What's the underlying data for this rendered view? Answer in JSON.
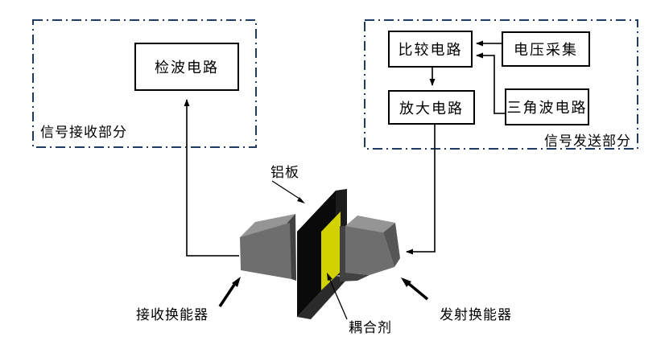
{
  "sections": {
    "receiver": {
      "label": "信号接收部分",
      "boxes": {
        "detector": "检波电路"
      }
    },
    "transmitter": {
      "label": "信号发送部分",
      "boxes": {
        "comparator": "比较电路",
        "voltage": "电压采集",
        "amplifier": "放大电路",
        "triangle": "三角波电路"
      }
    }
  },
  "assembly": {
    "plate_label": "铝板",
    "couplant_label": "耦合剂",
    "receiver_transducer_label": "接收换能器",
    "transmitter_transducer_label": "发射换能器"
  },
  "colors": {
    "background": "#ffffff",
    "dashed_border": "#1f3c60",
    "solid_border": "#000000",
    "wire": "#1a1a1a",
    "plate_front": "#0a0a0a",
    "plate_side": "#1c1c1c",
    "plate_top": "#343434",
    "plate_bottom": "#2b2b2b",
    "couplant": "#d2d200",
    "transducer_front": "#6e6e6e",
    "transducer_top": "#959595",
    "transducer_side": "#565656",
    "transducer_nose": "#424242"
  }
}
